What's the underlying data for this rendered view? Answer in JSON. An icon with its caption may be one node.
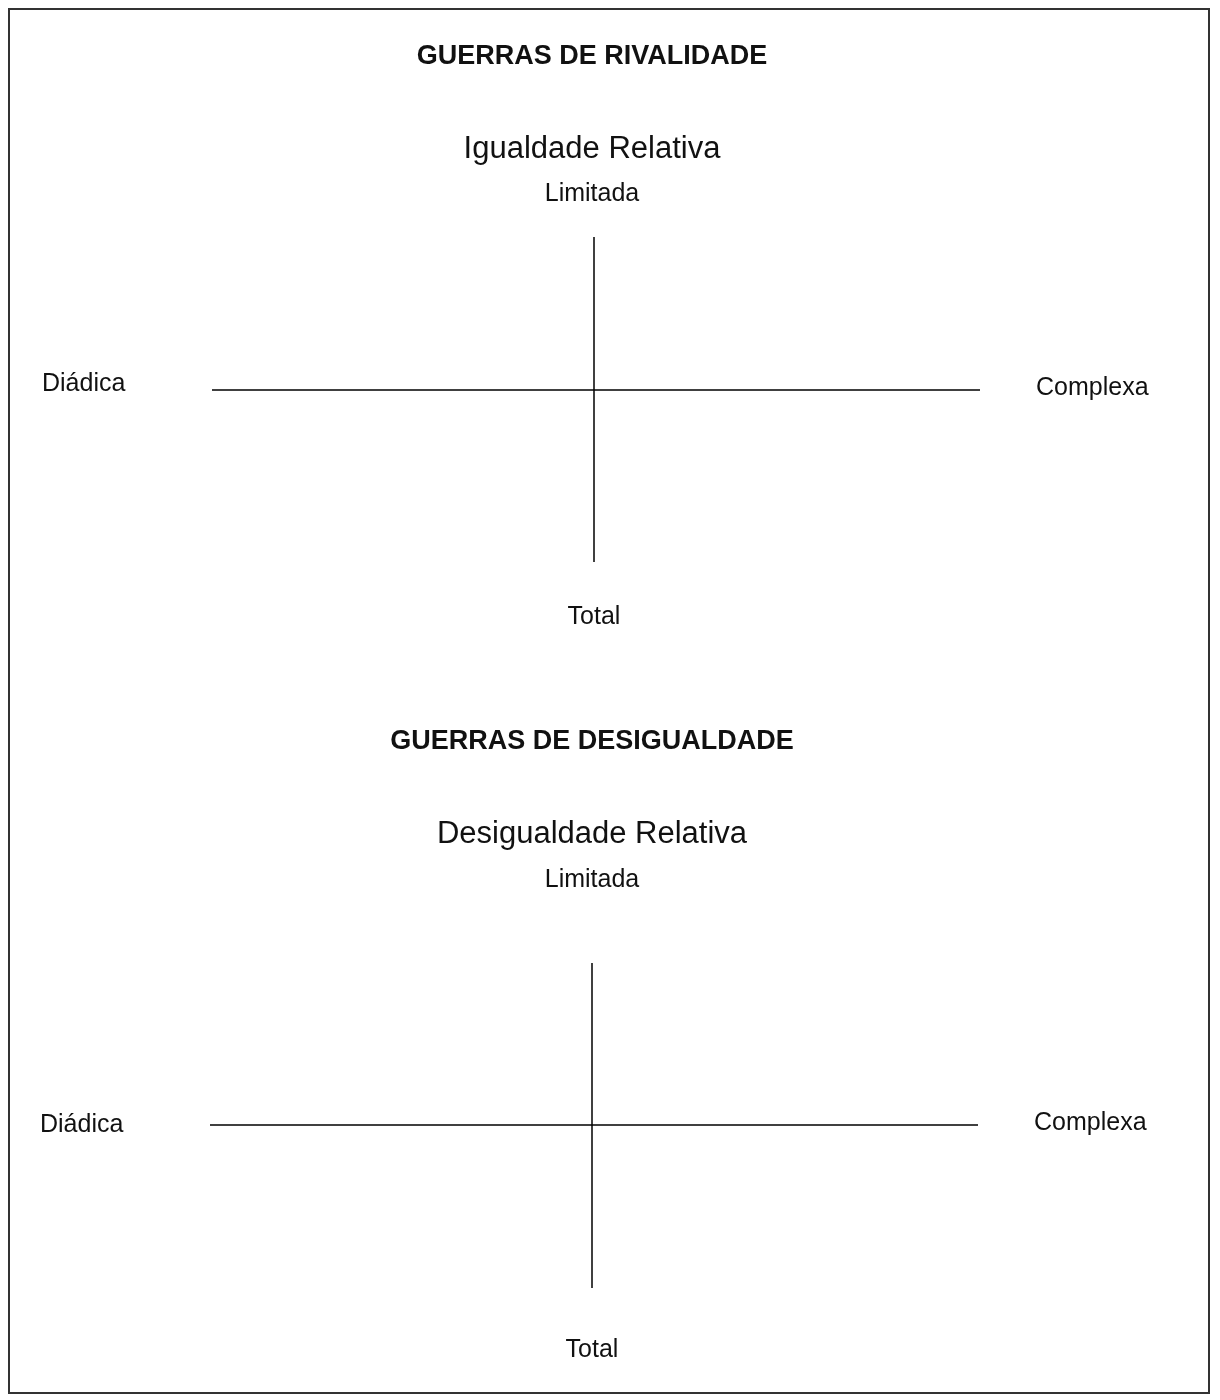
{
  "diagram": {
    "labels": [
      "GUERRAS DE RIVALIDADE",
      "Igualdade Relativa",
      "Limitada",
      "Diádica",
      "Complexa",
      "Total",
      "GUERRAS DE DESIGUALDADE",
      "Desigualdade Relativa",
      "Limitada",
      "Diádica",
      "Complexa",
      "Total"
    ]
  }
}
